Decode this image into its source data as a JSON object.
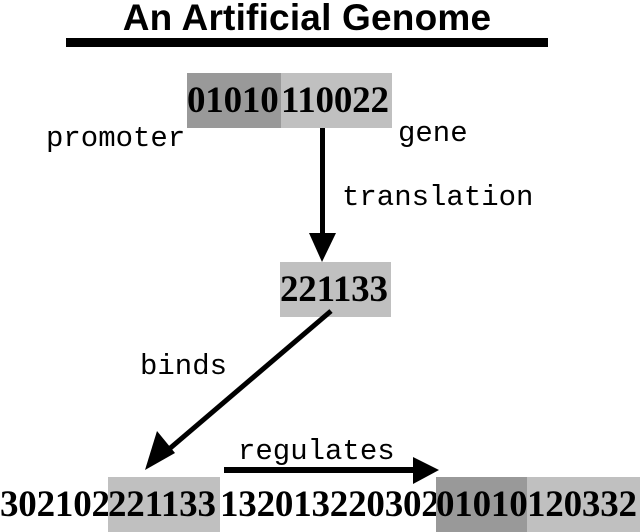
{
  "title": "An Artificial Genome",
  "colors": {
    "promoter": "#999999",
    "gene": "#c0c0c0",
    "highlight": "#c0c0c0",
    "arrow": "#000000",
    "background": "#ffffff"
  },
  "top_sequence": {
    "promoter": "01010",
    "gene": "110022"
  },
  "labels": {
    "promoter": "promoter",
    "gene": "gene",
    "translation": "translation",
    "binds": "binds",
    "regulates": "regulates"
  },
  "protein": "221133",
  "bottom_sequence": {
    "segments": [
      {
        "text": "302102",
        "role": "plain"
      },
      {
        "text": "221133",
        "role": "binding-site"
      },
      {
        "text": "132013220302",
        "role": "plain"
      },
      {
        "text": "01010",
        "role": "promoter"
      },
      {
        "text": "120332",
        "role": "gene"
      }
    ]
  }
}
